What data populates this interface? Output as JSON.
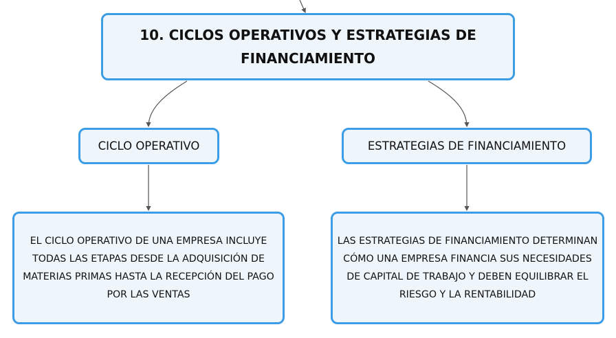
{
  "mindmap": {
    "root": {
      "title": "10. CICLOS OPERATIVOS Y ESTRATEGIAS DE FINANCIAMIENTO"
    },
    "branches": [
      {
        "label": "CICLO OPERATIVO",
        "description": "EL CICLO OPERATIVO DE UNA EMPRESA INCLUYE TODAS LAS ETAPAS DESDE LA ADQUISICIÓN DE MATERIAS PRIMAS HASTA LA RECEPCIÓN DEL PAGO POR LAS VENTAS"
      },
      {
        "label": "ESTRATEGIAS DE FINANCIAMIENTO",
        "description": "LAS ESTRATEGIAS DE FINANCIAMIENTO DETERMINAN CÓMO UNA EMPRESA FINANCIA SUS NECESIDADES DE CAPITAL DE TRABAJO Y DEBEN EQUILIBRAR EL RIESGO Y LA RENTABILIDAD"
      }
    ]
  },
  "colors": {
    "node_border": "#3d9ce6",
    "node_fill": "#eef5fb",
    "connector": "#555555",
    "text": "#111111"
  }
}
